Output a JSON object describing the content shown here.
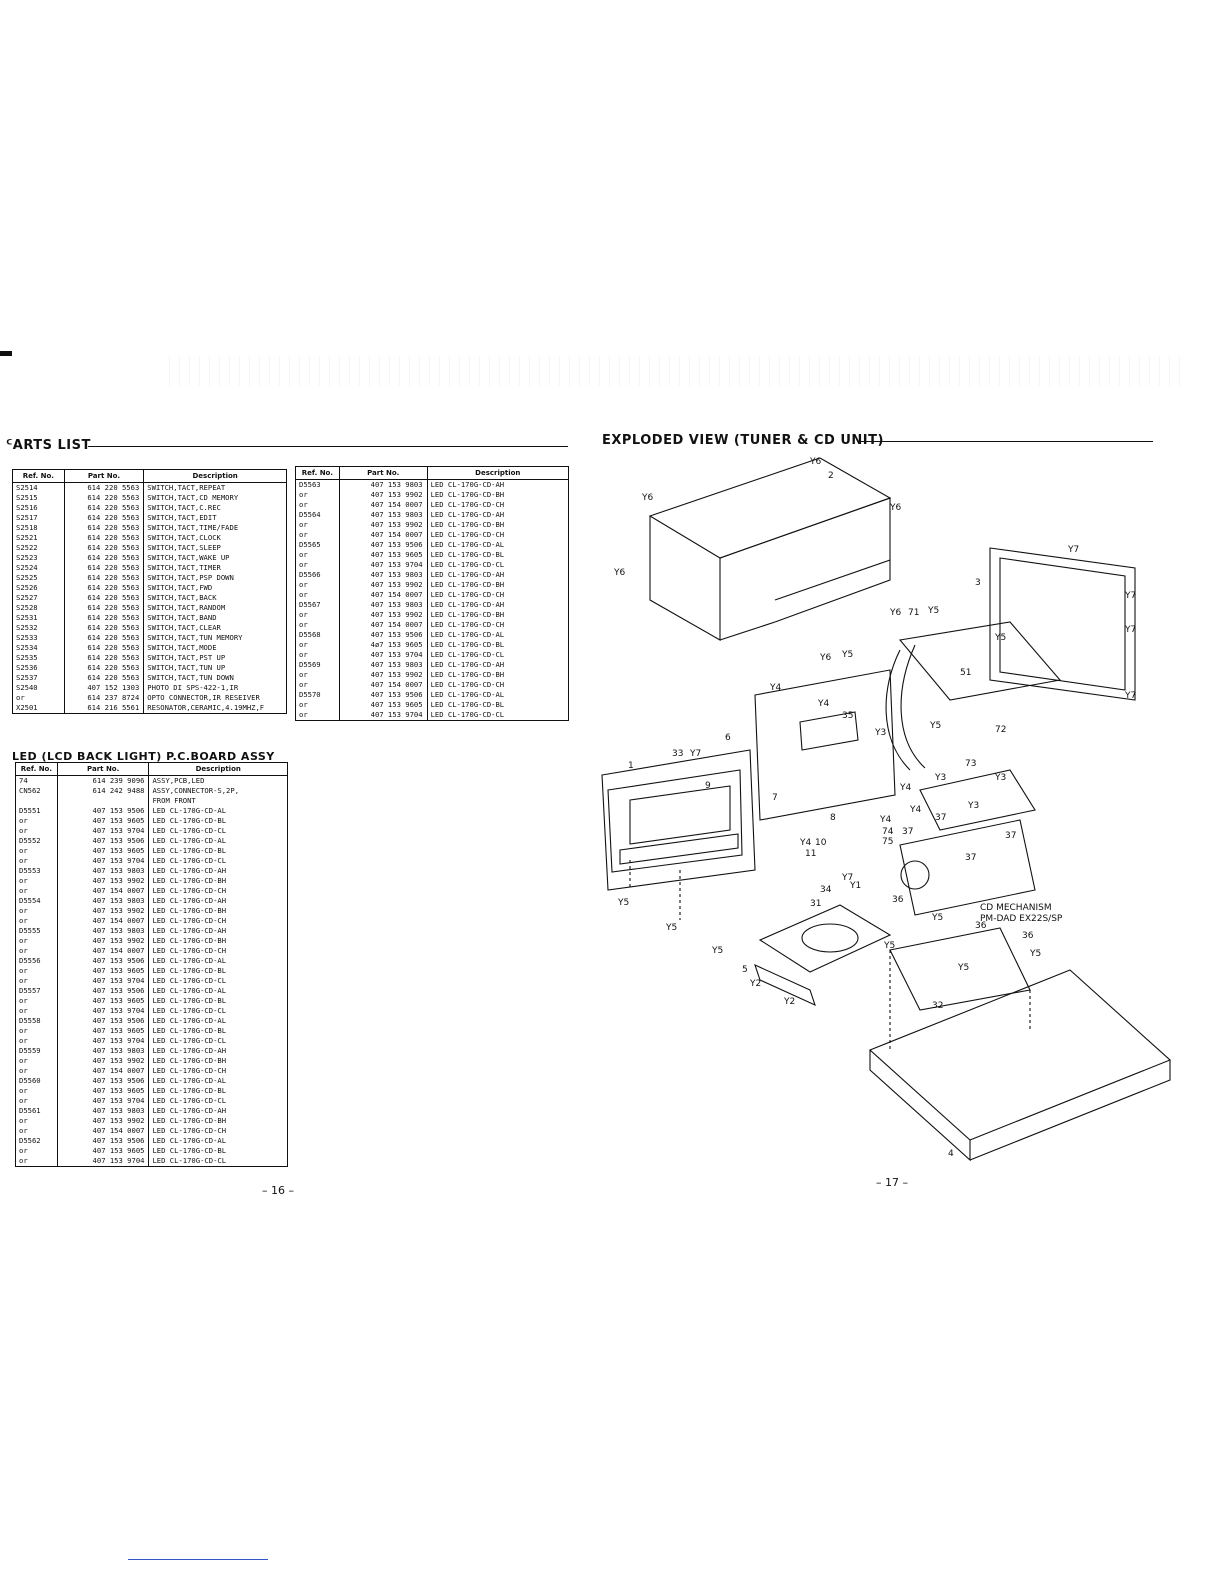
{
  "headings": {
    "parts_list": "ᑦARTS LIST",
    "led_assy": "LED (LCD BACK LIGHT) P.C.BOARD ASSY",
    "exploded_view": "EXPLODED VIEW (TUNER & CD UNIT)"
  },
  "columns": {
    "ref": "Ref. No.",
    "part": "Part No.",
    "desc": "Description"
  },
  "table1": [
    [
      "S2514",
      "614 220 5563",
      "SWITCH,TACT,REPEAT"
    ],
    [
      "S2515",
      "614 220 5563",
      "SWITCH,TACT,CD MEMORY"
    ],
    [
      "S2516",
      "614 220 5563",
      "SWITCH,TACT,C.REC"
    ],
    [
      "S2517",
      "614 220 5563",
      "SWITCH,TACT,EDIT"
    ],
    [
      "S2518",
      "614 220 5563",
      "SWITCH,TACT,TIME/FADE"
    ],
    [
      "S2521",
      "614 220 5563",
      "SWITCH,TACT,CLOCK"
    ],
    [
      "S2522",
      "614 220 5563",
      "SWITCH,TACT,SLEEP"
    ],
    [
      "S2523",
      "614 220 5563",
      "SWITCH,TACT,WAKE UP"
    ],
    [
      "S2524",
      "614 220 5563",
      "SWITCH,TACT,TIMER"
    ],
    [
      "S2525",
      "614 220 5563",
      "SWITCH,TACT,PSP DOWN"
    ],
    [
      "S2526",
      "614 220 5563",
      "SWITCH,TACT,FWD"
    ],
    [
      "S2527",
      "614 220 5563",
      "SWITCH,TACT,BACK"
    ],
    [
      "S2528",
      "614 220 5563",
      "SWITCH,TACT,RANDOM"
    ],
    [
      "S2531",
      "614 220 5563",
      "SWITCH,TACT,BAND"
    ],
    [
      "S2532",
      "614 220 5563",
      "SWITCH,TACT,CLEAR"
    ],
    [
      "S2533",
      "614 220 5563",
      "SWITCH,TACT,TUN MEMORY"
    ],
    [
      "S2534",
      "614 220 5563",
      "SWITCH,TACT,MODE"
    ],
    [
      "S2535",
      "614 220 5563",
      "SWITCH,TACT,PST UP"
    ],
    [
      "S2536",
      "614 220 5563",
      "SWITCH,TACT,TUN UP"
    ],
    [
      "S2537",
      "614 220 5563",
      "SWITCH,TACT,TUN DOWN"
    ],
    [
      "S2540",
      "407 152 1303",
      "PHOTO DI SPS-422-1,IR"
    ],
    [
      "or",
      "614 237 8724",
      "OPTO CONNECTOR,IR RESEIVER"
    ],
    [
      "X2501",
      "614 216 5561",
      "RESONATOR,CERAMIC,4.19MHZ,F"
    ]
  ],
  "table2": [
    [
      "D5563",
      "407 153 9803",
      "LED CL-170G-CD-AH"
    ],
    [
      "or",
      "407 153 9902",
      "LED CL-170G-CD-BH"
    ],
    [
      "or",
      "407 154 0007",
      "LED CL-170G-CD-CH"
    ],
    [
      "D5564",
      "407 153 9803",
      "LED CL-170G-CD-AH"
    ],
    [
      "or",
      "407 153 9902",
      "LED CL-170G-CD-BH"
    ],
    [
      "or",
      "407 154 0007",
      "LED CL-170G-CD-CH"
    ],
    [
      "D5565",
      "407 153 9506",
      "LED CL-170G-CD-AL"
    ],
    [
      "or",
      "407 153 9605",
      "LED CL-170G-CD-BL"
    ],
    [
      "or",
      "407 153 9704",
      "LED CL-170G-CD-CL"
    ],
    [
      "D5566",
      "407 153 9803",
      "LED CL-170G-CD-AH"
    ],
    [
      "or",
      "407 153 9902",
      "LED CL-170G-CD-BH"
    ],
    [
      "or",
      "407 154 0007",
      "LED CL-170G-CD-CH"
    ],
    [
      "D5567",
      "407 153 9803",
      "LED CL-170G-CD-AH"
    ],
    [
      "or",
      "407 153 9902",
      "LED CL-170G-CD-BH"
    ],
    [
      "or",
      "407 154 0007",
      "LED CL-170G-CD-CH"
    ],
    [
      "D5568",
      "407 153 9506",
      "LED CL-170G-CD-AL"
    ],
    [
      "or",
      "4ø7 153 9605",
      "LED CL-170G-CD-BL"
    ],
    [
      "or",
      "407 153 9704",
      "LED CL-170G-CD-CL"
    ],
    [
      "D5569",
      "407 153 9803",
      "LED CL-170G-CD-AH"
    ],
    [
      "or",
      "407 153 9902",
      "LED CL-170G-CD-BH"
    ],
    [
      "or",
      "407 154 0007",
      "LED CL-170G-CD-CH"
    ],
    [
      "D5570",
      "407 153 9506",
      "LED CL-170G-CD-AL"
    ],
    [
      "or",
      "407 153 9605",
      "LED CL-170G-CD-BL"
    ],
    [
      "or",
      "407 153 9704",
      "LED CL-170G-CD-CL"
    ]
  ],
  "table3": [
    [
      "74",
      "614 239 9096",
      "ASSY,PCB,LED"
    ],
    [
      "CN562",
      "614 242 9488",
      "ASSY,CONNECTOR-S,2P,"
    ],
    [
      "",
      "",
      "FROM FRONT"
    ],
    [
      "D5551",
      "407 153 9506",
      "LED CL-170G-CD-AL"
    ],
    [
      "or",
      "407 153 9605",
      "LED CL-170G-CD-BL"
    ],
    [
      "or",
      "407 153 9704",
      "LED CL-170G-CD-CL"
    ],
    [
      "D5552",
      "407 153 9506",
      "LED CL-170G-CD-AL"
    ],
    [
      "or",
      "407 153 9605",
      "LED CL-170G-CD-BL"
    ],
    [
      "or",
      "407 153 9704",
      "LED CL-170G-CD-CL"
    ],
    [
      "D5553",
      "407 153 9803",
      "LED CL-170G-CD-AH"
    ],
    [
      "or",
      "407 153 9902",
      "LED CL-170G-CD-BH"
    ],
    [
      "or",
      "407 154 0007",
      "LED CL-170G-CD-CH"
    ],
    [
      "D5554",
      "407 153 9803",
      "LED CL-170G-CD-AH"
    ],
    [
      "or",
      "407 153 9902",
      "LED CL-170G-CD-BH"
    ],
    [
      "or",
      "407 154 0007",
      "LED CL-170G-CD-CH"
    ],
    [
      "D5555",
      "407 153 9803",
      "LED CL-170G-CD-AH"
    ],
    [
      "or",
      "407 153 9902",
      "LED CL-170G-CD-BH"
    ],
    [
      "or",
      "407 154 0007",
      "LED CL-170G-CD-CH"
    ],
    [
      "D5556",
      "407 153 9506",
      "LED CL-170G-CD-AL"
    ],
    [
      "or",
      "407 153 9605",
      "LED CL-170G-CD-BL"
    ],
    [
      "or",
      "407 153 9704",
      "LED CL-170G-CD-CL"
    ],
    [
      "D5557",
      "407 153 9506",
      "LED CL-170G-CD-AL"
    ],
    [
      "or",
      "407 153 9605",
      "LED CL-170G-CD-BL"
    ],
    [
      "or",
      "407 153 9704",
      "LED CL-170G-CD-CL"
    ],
    [
      "D5558",
      "407 153 9506",
      "LED CL-170G-CD-AL"
    ],
    [
      "or",
      "407 153 9605",
      "LED CL-170G-CD-BL"
    ],
    [
      "or",
      "407 153 9704",
      "LED CL-170G-CD-CL"
    ],
    [
      "D5559",
      "407 153 9803",
      "LED CL-170G-CD-AH"
    ],
    [
      "or",
      "407 153 9902",
      "LED CL-170G-CD-BH"
    ],
    [
      "or",
      "407 154 0007",
      "LED CL-170G-CD-CH"
    ],
    [
      "D5560",
      "407 153 9506",
      "LED CL-170G-CD-AL"
    ],
    [
      "or",
      "407 153 9605",
      "LED CL-170G-CD-BL"
    ],
    [
      "or",
      "407 153 9704",
      "LED CL-170G-CD-CL"
    ],
    [
      "D5561",
      "407 153 9803",
      "LED CL-170G-CD-AH"
    ],
    [
      "or",
      "407 153 9902",
      "LED CL-170G-CD-BH"
    ],
    [
      "or",
      "407 154 0007",
      "LED CL-170G-CD-CH"
    ],
    [
      "D5562",
      "407 153 9506",
      "LED CL-170G-CD-AL"
    ],
    [
      "or",
      "407 153 9605",
      "LED CL-170G-CD-BL"
    ],
    [
      "or",
      "407 153 9704",
      "LED CL-170G-CD-CL"
    ]
  ],
  "page_numbers": {
    "left": "– 16 –",
    "right": "– 17 –"
  },
  "diagram_labels": {
    "y6": "Y6",
    "y7": "Y7",
    "y5": "Y5",
    "y4": "Y4",
    "y3": "Y3",
    "y2": "Y2",
    "y1": "Y1",
    "n1": "1",
    "n2": "2",
    "n3": "3",
    "n4": "4",
    "n5": "5",
    "n6": "6",
    "n7": "7",
    "n8": "8",
    "n9": "9",
    "n10": "10",
    "n11": "11",
    "n31": "31",
    "n32": "32",
    "n33": "33",
    "n34": "34",
    "n35": "35",
    "n36": "36",
    "n37": "37",
    "n51": "51",
    "n71": "71",
    "n72": "72",
    "n73": "73",
    "n74": "74",
    "n75": "75",
    "cd_mech_1": "CD MECHANISM",
    "cd_mech_2": "PM-DAD EX22S/SP"
  }
}
